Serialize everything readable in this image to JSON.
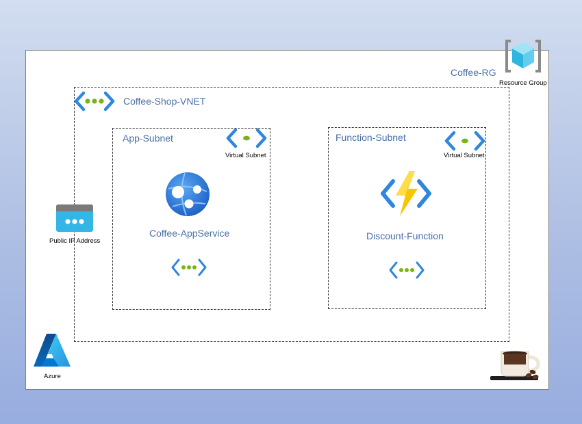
{
  "resource_group": {
    "name": "Coffee-RG",
    "icon_label": "Resource Group",
    "icon": "resource-group-icon"
  },
  "vnet": {
    "name": "Coffee-Shop-VNET",
    "icon": "virtual-network-icon"
  },
  "app_subnet": {
    "name": "App-Subnet",
    "icon_label": "Virtual Subnet",
    "service_name": "Coffee-AppService",
    "service_icon": "app-service-icon"
  },
  "function_subnet": {
    "name": "Function-Subnet",
    "icon_label": "Virtual Subnet",
    "service_name": "Discount-Function",
    "service_icon": "function-app-icon"
  },
  "public_ip": {
    "label": "Public IP Address",
    "icon": "public-ip-icon"
  },
  "azure": {
    "label": "Azure",
    "icon": "azure-logo"
  },
  "decoration": {
    "icon": "coffee-cup-icon"
  },
  "colors": {
    "accent_blue": "#2e86de",
    "label_blue": "#4a6fa5",
    "dot_green": "#7ab317",
    "bolt_yellow": "#f7c600"
  }
}
